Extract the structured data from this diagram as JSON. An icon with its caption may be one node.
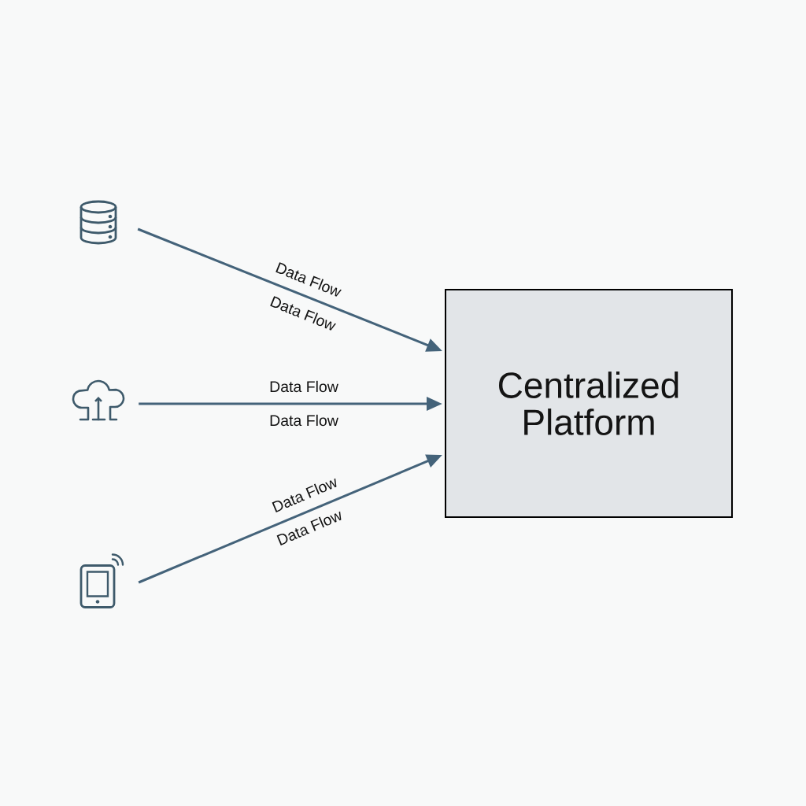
{
  "diagram": {
    "nodes": [
      {
        "text": [],
        "shape": "cylinder"
      },
      {
        "text": [],
        "shape": "cloud"
      },
      {
        "text": [],
        "shape": "tablet"
      },
      {
        "text": [
          "Centralized Platform"
        ]
      }
    ],
    "edges": [
      {
        "from": 0,
        "to": 3,
        "arrow": "to",
        "label": "Data Flow"
      },
      {
        "from": 1,
        "to": 3,
        "arrow": "to",
        "label": "Data Flow"
      },
      {
        "from": 2,
        "to": 3,
        "arrow": "to",
        "label": "Data Flow"
      }
    ],
    "labels": [
      "Data Flow",
      "Data Flow",
      "Data Flow"
    ]
  }
}
